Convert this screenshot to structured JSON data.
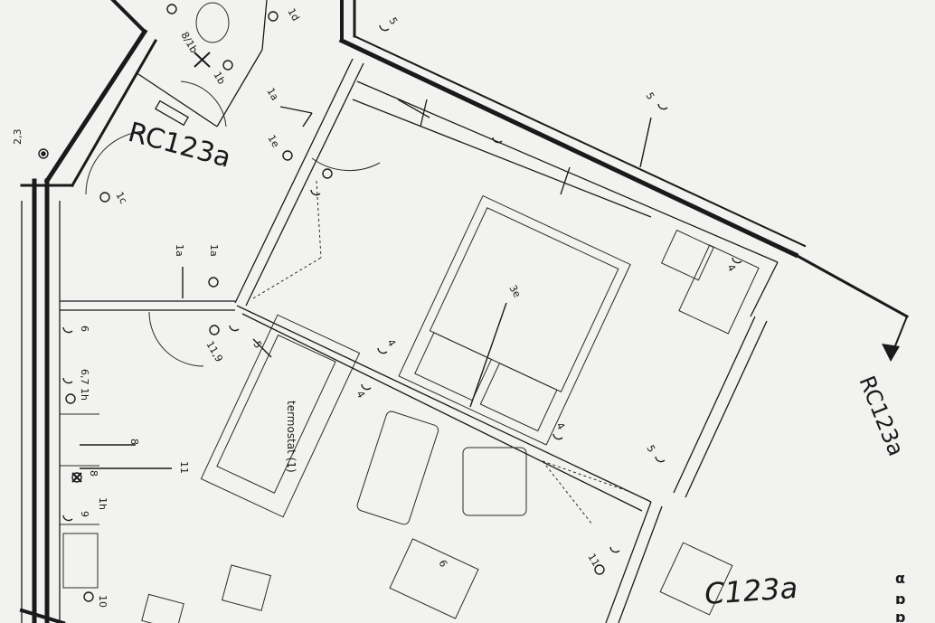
{
  "sheet": {
    "room_label_primary": "RC123a",
    "room_label_handwritten": "C123a",
    "section_marker": "RC123a",
    "thermostat_label": "termostat (1)",
    "edge_marks": [
      "α",
      "ɒ",
      "ɒ"
    ]
  },
  "symbols": [
    {
      "id": "sym-1d",
      "code": "1d"
    },
    {
      "id": "sym-1b-top",
      "code": "1b"
    },
    {
      "id": "sym-8-1b",
      "code": "8/1b"
    },
    {
      "id": "sym-1a-door",
      "code": "1a"
    },
    {
      "id": "sym-1e",
      "code": "1e"
    },
    {
      "id": "sym-1c",
      "code": "1c"
    },
    {
      "id": "sym-2-3",
      "code": "2,3"
    },
    {
      "id": "sym-1a-left",
      "code": "1a"
    },
    {
      "id": "sym-1a-mid",
      "code": "1a"
    },
    {
      "id": "sym-5-a",
      "code": "5"
    },
    {
      "id": "sym-5-b",
      "code": "5"
    },
    {
      "id": "sym-5-c",
      "code": "5"
    },
    {
      "id": "sym-4-a",
      "code": "4"
    },
    {
      "id": "sym-4-b",
      "code": "4"
    },
    {
      "id": "sym-4-c",
      "code": "4"
    },
    {
      "id": "sym-4-d",
      "code": "4"
    },
    {
      "id": "sym-3e",
      "code": "3e"
    },
    {
      "id": "sym-11-9",
      "code": "11,9"
    },
    {
      "id": "sym-6",
      "code": "6"
    },
    {
      "id": "sym-6-7-1h",
      "code": "6,7 1h"
    },
    {
      "id": "sym-8a",
      "code": "8"
    },
    {
      "id": "sym-8b",
      "code": "8"
    },
    {
      "id": "sym-1h",
      "code": "1h"
    },
    {
      "id": "sym-9",
      "code": "9"
    },
    {
      "id": "sym-11-left",
      "code": "11"
    },
    {
      "id": "sym-10",
      "code": "10"
    },
    {
      "id": "sym-11-bottom",
      "code": "11"
    },
    {
      "id": "sym-6-bottom",
      "code": "6"
    },
    {
      "id": "sym-5-bottom",
      "code": "5"
    }
  ],
  "colors": {
    "ink": "#1a1a1a",
    "paper": "#f2f2f0"
  }
}
